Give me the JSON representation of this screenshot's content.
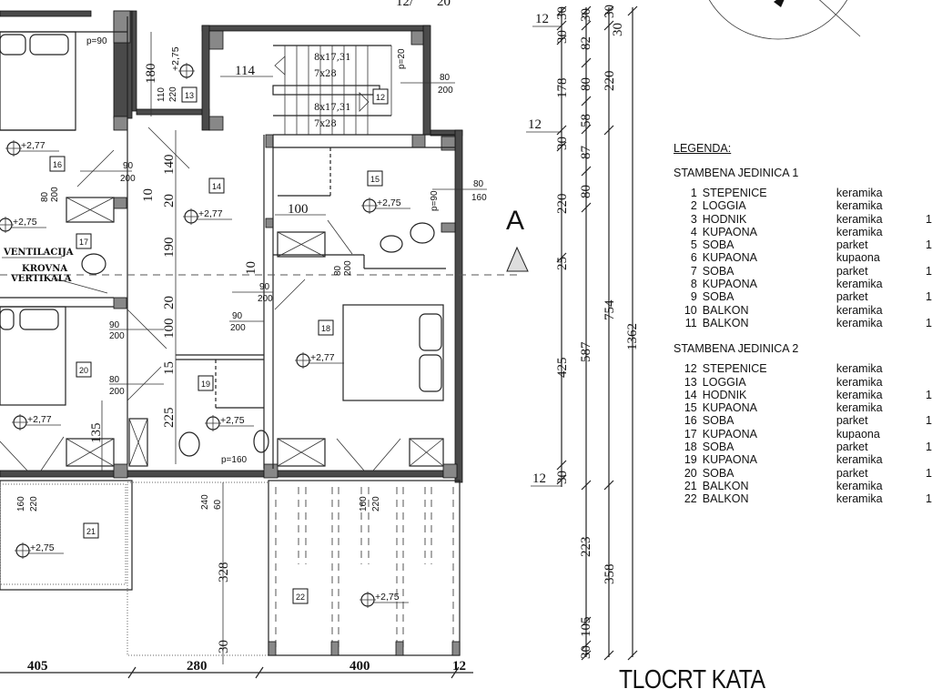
{
  "title": "TLOCRT KATA",
  "section_marker": "A",
  "legend": {
    "heading": "LEGENDA:",
    "groups": [
      {
        "name": "STAMBENA JEDINICA 1",
        "items": [
          {
            "n": "1",
            "room": "STEPENICE",
            "material": "keramika",
            "extra": ""
          },
          {
            "n": "2",
            "room": "LOGGIA",
            "material": "keramika",
            "extra": ""
          },
          {
            "n": "3",
            "room": "HODNIK",
            "material": "keramika",
            "extra": "1"
          },
          {
            "n": "4",
            "room": "KUPAONA",
            "material": "keramika",
            "extra": ""
          },
          {
            "n": "5",
            "room": "SOBA",
            "material": "parket",
            "extra": "1"
          },
          {
            "n": "6",
            "room": "KUPAONA",
            "material": "kupaona",
            "extra": ""
          },
          {
            "n": "7",
            "room": "SOBA",
            "material": "parket",
            "extra": "1"
          },
          {
            "n": "8",
            "room": "KUPAONA",
            "material": "keramika",
            "extra": ""
          },
          {
            "n": "9",
            "room": "SOBA",
            "material": "parket",
            "extra": "1"
          },
          {
            "n": "10",
            "room": "BALKON",
            "material": "keramika",
            "extra": ""
          },
          {
            "n": "11",
            "room": "BALKON",
            "material": "keramika",
            "extra": "1"
          }
        ]
      },
      {
        "name": "STAMBENA JEDINICA 2",
        "items": [
          {
            "n": "12",
            "room": "STEPENICE",
            "material": "keramika",
            "extra": ""
          },
          {
            "n": "13",
            "room": "LOGGIA",
            "material": "keramika",
            "extra": ""
          },
          {
            "n": "14",
            "room": "HODNIK",
            "material": "keramika",
            "extra": "1"
          },
          {
            "n": "15",
            "room": "KUPAONA",
            "material": "keramika",
            "extra": ""
          },
          {
            "n": "16",
            "room": "SOBA",
            "material": "parket",
            "extra": "1"
          },
          {
            "n": "17",
            "room": "KUPAONA",
            "material": "kupaona",
            "extra": ""
          },
          {
            "n": "18",
            "room": "SOBA",
            "material": "parket",
            "extra": "1"
          },
          {
            "n": "19",
            "room": "KUPAONA",
            "material": "keramika",
            "extra": ""
          },
          {
            "n": "20",
            "room": "SOBA",
            "material": "parket",
            "extra": "1"
          },
          {
            "n": "21",
            "room": "BALKON",
            "material": "keramika",
            "extra": ""
          },
          {
            "n": "22",
            "room": "BALKON",
            "material": "keramika",
            "extra": "1"
          }
        ]
      }
    ]
  },
  "plan": {
    "top_cut_text": [
      "12/",
      "20"
    ],
    "rooms": [
      "12",
      "13",
      "14",
      "15",
      "16",
      "17",
      "18",
      "19",
      "20",
      "21",
      "22"
    ],
    "elevations": [
      "+2,75",
      "+2,77",
      "+2,77",
      "+2,75",
      "+2,75",
      "+2,77",
      "+2,77",
      "+2,75",
      "+2,75",
      "+2,75"
    ],
    "openings": [
      "p=90",
      "110",
      "220",
      "80",
      "200",
      "p=20",
      "80",
      "160",
      "p=90",
      "80",
      "200",
      "90",
      "200",
      "90",
      "200",
      "90",
      "200",
      "80",
      "200",
      "p=160",
      "160",
      "220",
      "240",
      "60",
      "160",
      "220",
      "90",
      "200",
      "80",
      "200"
    ],
    "stairs": [
      "8x17,31",
      "7x28",
      "8x17,31",
      "7x28"
    ],
    "notes": [
      "VENTILACIJA",
      "KROVNA",
      "VERTIKALA"
    ],
    "dims": [
      "180",
      "114",
      "100",
      "140",
      "20",
      "190",
      "10",
      "10",
      "20",
      "100",
      "15",
      "225",
      "135",
      "328",
      "30"
    ],
    "bottom_dims": [
      "405",
      "280",
      "400",
      "12"
    ]
  },
  "dim_chain_1": [
    "12",
    "30",
    "30",
    "178",
    "12",
    "30",
    "220",
    "25",
    "425",
    "12",
    "30"
  ],
  "dim_chain_2": [
    "30",
    "82",
    "80",
    "58",
    "87",
    "80",
    "587",
    "223",
    "105",
    "30"
  ],
  "dim_chain_3": [
    "30",
    "30",
    "220",
    "754",
    "358"
  ],
  "dim_chain_4": [
    "1362"
  ]
}
